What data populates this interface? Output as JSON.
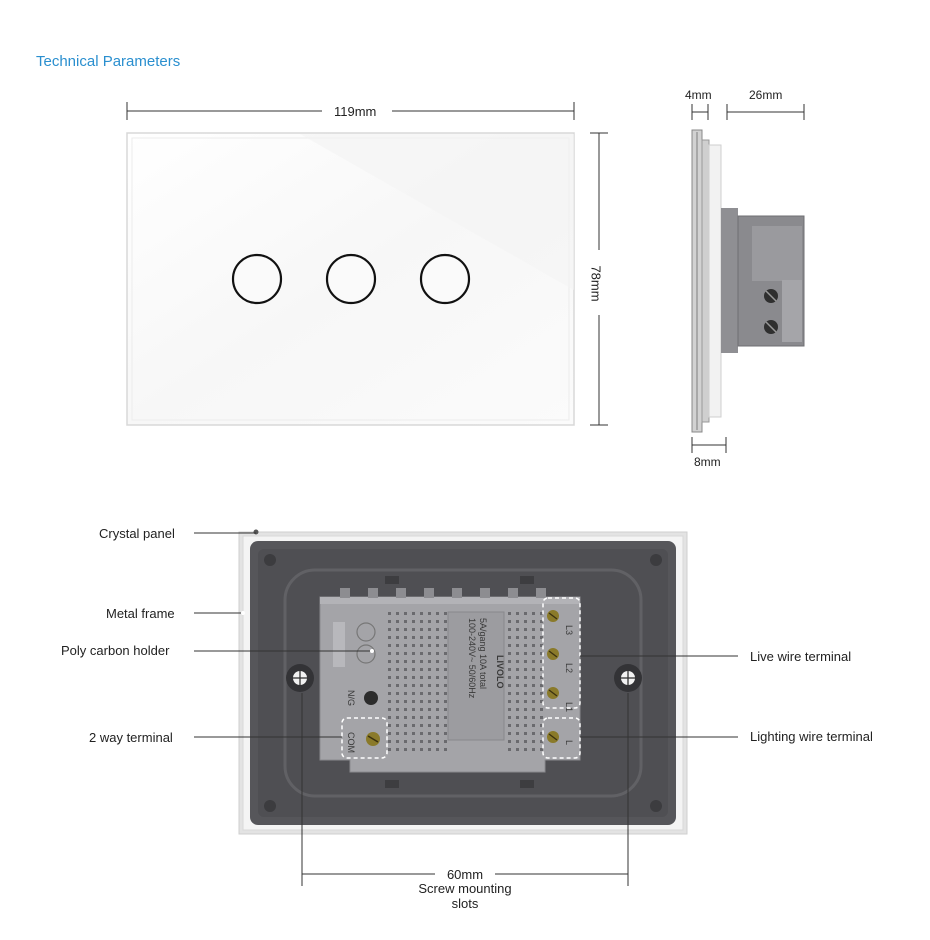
{
  "title": "Technical Parameters",
  "dimensions": {
    "width": "119mm",
    "height": "78mm",
    "glass_depth": "4mm",
    "back_depth": "26mm",
    "bottom_depth": "8mm",
    "screw_distance": "60mm",
    "screw_caption": "Screw mounting slots"
  },
  "callouts": {
    "crystal_panel": "Crystal panel",
    "metal_frame": "Metal frame",
    "poly_carbon_holder": "Poly carbon holder",
    "two_way_terminal": "2 way terminal",
    "live_wire_terminal": "Live wire terminal",
    "lighting_wire_terminal": "Lighting wire terminal"
  },
  "module_print": {
    "rating_line1": "100-240V~ 50/60Hz",
    "rating_line2": "5A/gang 10A total",
    "brand": "LIVOLO",
    "terminals_right": [
      "L3",
      "L2",
      "L1",
      "L"
    ],
    "terminals_left": [
      "N/G",
      "COM"
    ]
  },
  "colors": {
    "accent": "#2a8fcf",
    "frame": "#56565a",
    "module": "#a4a4a8"
  }
}
